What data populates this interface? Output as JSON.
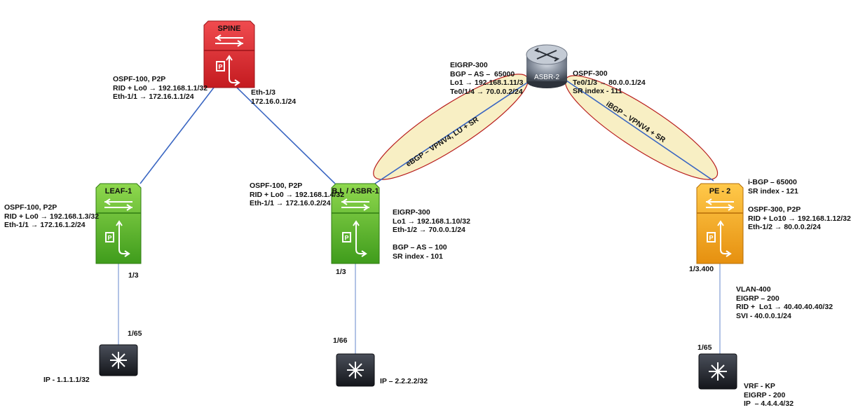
{
  "devices": {
    "spine": {
      "title": "SPINE"
    },
    "leaf1": {
      "title": "LEAF-1"
    },
    "bl_asbr1": {
      "title": "B.L / ASBR-1"
    },
    "asbr2": {
      "title": "ASBR-2"
    },
    "pe2": {
      "title": "PE - 2"
    }
  },
  "links": {
    "ebgp": {
      "label": "eBGP – VPNV4, LU + SR"
    },
    "ibgp": {
      "label": "iBGP – VPNV4 + SR"
    }
  },
  "ports": {
    "leaf1_down": "1/3",
    "host1_up": "1/65",
    "bl_down": "1/3",
    "host2_up": "1/66",
    "pe2_down": "1/3.400",
    "host3_up": "1/65"
  },
  "labels": {
    "spine_left": [
      "OSPF-100, P2P",
      "RID + Lo0 → 192.168.1.1/32",
      "Eth-1/1 → 172.16.1.1/24"
    ],
    "spine_right": [
      "Eth-1/3",
      "172.16.0.1/24"
    ],
    "leaf1": [
      "OSPF-100, P2P",
      "RID + Lo0 → 192.168.1.3/32",
      "Eth-1/1 → 172.16.1.2/24"
    ],
    "bl_top": [
      "OSPF-100, P2P",
      "RID + Lo0 → 192.168.1.4/32",
      "Eth-1/1 → 172.16.0.2/24"
    ],
    "bl_eigrp": [
      "EIGRP-300",
      "Lo1 → 192.168.1.10/32",
      "Eth-1/2 → 70.0.0.1/24"
    ],
    "bl_bgp": [
      "BGP – AS – 100",
      "SR index - 101"
    ],
    "asbr2_left": [
      "EIGRP-300",
      "BGP – AS –  65000",
      "Lo1 → 192.168.1.11/3",
      "Te0/1/4 → 70.0.0.2/24"
    ],
    "asbr2_right": [
      "OSPF-300",
      "Te0/1/3 → 80.0.0.1/24",
      "SR index - 111"
    ],
    "pe2_bgp": [
      "i-BGP – 65000",
      "SR index - 121"
    ],
    "pe2_ospf": [
      "OSPF-300, P2P",
      "RID + Lo10 → 192.168.1.12/32",
      "Eth-1/2 → 80.0.0.2/24"
    ],
    "pe2_vlan": [
      "VLAN-400",
      "EIGRP – 200",
      "RID +  Lo1 → 40.40.40.40/32",
      "SVI - 40.0.0.1/24"
    ],
    "host1": [
      "IP - 1.1.1.1/32"
    ],
    "host2": [
      "IP – 2.2.2.2/32"
    ],
    "host3": [
      "VRF - KP",
      "EIGRP - 200",
      "IP  – 4.4.4.4/32"
    ]
  },
  "colors": {
    "spine": "#d9262b",
    "leaf": "#5cb82d",
    "pe": "#f0a31c",
    "link": "#3a66c2",
    "host_link": "#7f9bd4",
    "ellipse_fill": "#f8efc4",
    "ellipse_stroke": "#b81e1e"
  }
}
